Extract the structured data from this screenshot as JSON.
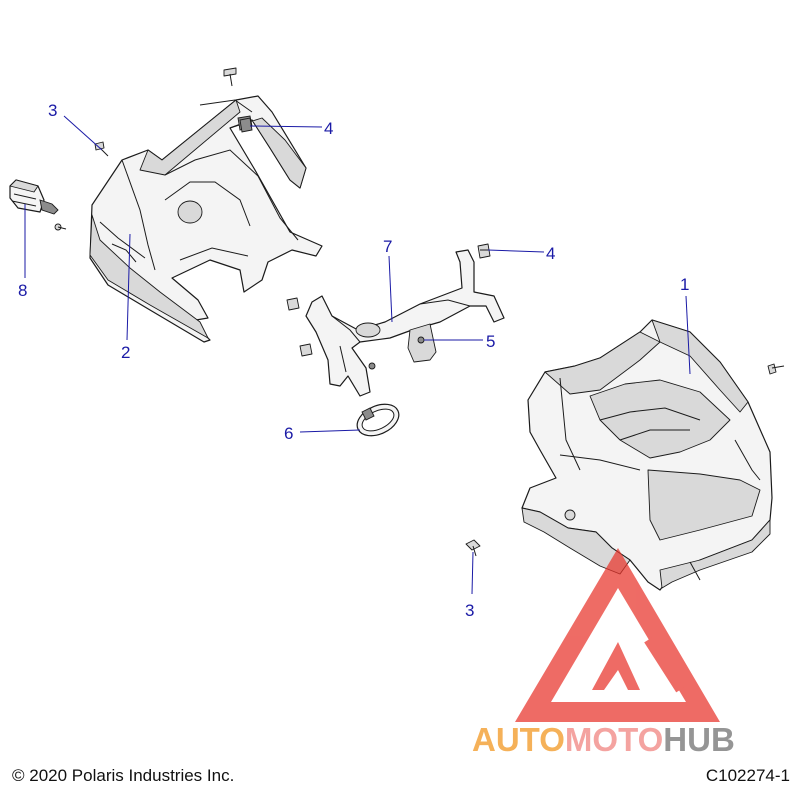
{
  "callouts": [
    {
      "id": "1",
      "label": "1"
    },
    {
      "id": "2",
      "label": "2"
    },
    {
      "id": "3a",
      "label": "3"
    },
    {
      "id": "3b",
      "label": "3"
    },
    {
      "id": "4a",
      "label": "4"
    },
    {
      "id": "4b",
      "label": "4"
    },
    {
      "id": "5",
      "label": "5"
    },
    {
      "id": "6",
      "label": "6"
    },
    {
      "id": "7",
      "label": "7"
    },
    {
      "id": "8",
      "label": "8"
    }
  ],
  "footer": {
    "copyright": "© 2020 Polaris Industries Inc.",
    "ref_code": "C102274-1"
  },
  "watermark": {
    "part1": "AUTO",
    "part2": "MOTO",
    "part3": "HUB",
    "colors": {
      "auto": "#f3a33c",
      "moto": "#f2938f",
      "hub": "#8a8a8a",
      "logo": "#e8332a"
    }
  },
  "colors": {
    "callout": "#1a1aa6"
  }
}
